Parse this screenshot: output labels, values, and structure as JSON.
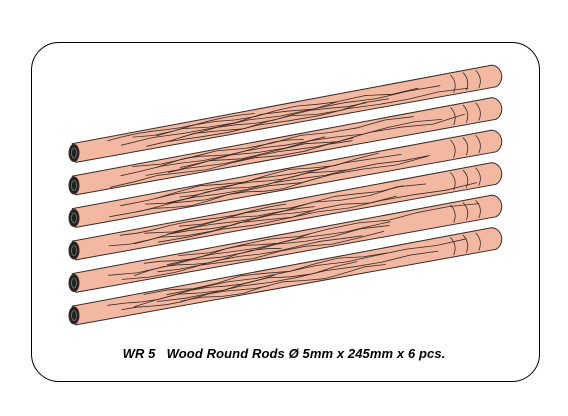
{
  "product": {
    "code": "WR 5",
    "description": "Wood Round Rods Ø 5mm x 245mm x 6 pcs."
  },
  "rods": {
    "count": 6
  },
  "colors": {
    "wood": "#f2b8a2",
    "grain": "#3a2a24",
    "end": "#222222",
    "frame": "#000000",
    "background": "#ffffff"
  }
}
